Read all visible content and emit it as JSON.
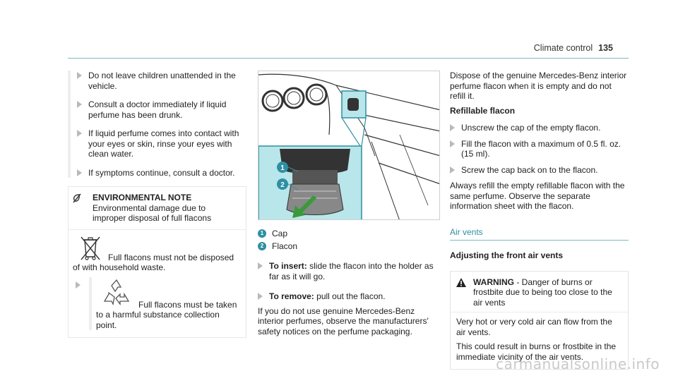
{
  "header": {
    "section": "Climate control",
    "page": "135"
  },
  "left": {
    "bullets": [
      "Do not leave children unattended in the vehicle.",
      "Consult a doctor immediately if liquid perfume has been drunk.",
      "If liquid perfume comes into contact with your eyes or skin, rinse your eyes with clean water.",
      "If symptoms continue, consult a doctor."
    ],
    "env": {
      "label": "ENVIRONMENTAL NOTE",
      "heading": "Environmental damage due to improper disposal of full flacons",
      "bin_text": "Full flacons must not be disposed of with household waste.",
      "recycle_text": "Full flacons must be taken to a harmful substance collection point."
    }
  },
  "middle": {
    "legend": [
      {
        "num": "1",
        "label": "Cap"
      },
      {
        "num": "2",
        "label": "Flacon"
      }
    ],
    "insert_label": "To insert:",
    "insert_text": "slide the flacon into the holder as far as it will go.",
    "remove_label": "To remove:",
    "remove_text": "pull out the flacon.",
    "note": "If you do not use genuine Mercedes-Benz interior perfumes, observe the manufacturers' safety notices on the perfume packaging."
  },
  "right": {
    "dispose": "Dispose of the genuine Mercedes-Benz interior perfume flacon when it is empty and do not refill it.",
    "refill_heading": "Refillable flacon",
    "refill_bullets": [
      "Unscrew the cap of the empty flacon.",
      "Fill the flacon with a maximum of 0.5 fl. oz. (15 ml).",
      "Screw the cap back on to the flacon."
    ],
    "refill_note": "Always refill the empty refillable flacon with the same perfume. Observe the separate information sheet with the flacon.",
    "section_title": "Air vents",
    "section_sub": "Adjusting the front air vents",
    "warning": {
      "label": "WARNING",
      "heading": " - Danger of burns or frostbite due to being too close to the air vents",
      "p1": "Very hot or very cold air can flow from the air vents.",
      "p2": "This could result in burns or frostbite in the immediate vicinity of the air vents."
    }
  },
  "footer": "carmanualsonline.info",
  "colors": {
    "accent": "#2e8fa3",
    "highlight": "#b8e6ea"
  }
}
